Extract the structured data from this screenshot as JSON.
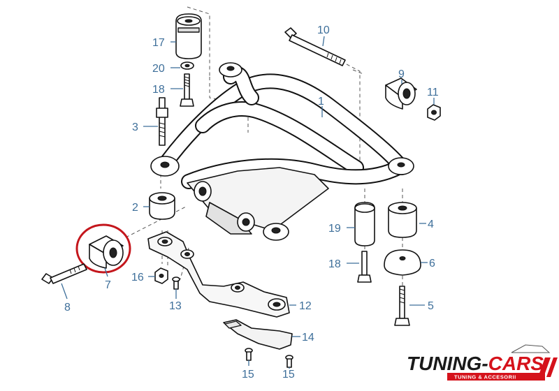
{
  "callouts": [
    {
      "id": "1",
      "label": "1"
    },
    {
      "id": "2",
      "label": "2"
    },
    {
      "id": "3",
      "label": "3"
    },
    {
      "id": "4",
      "label": "4"
    },
    {
      "id": "5",
      "label": "5"
    },
    {
      "id": "6",
      "label": "6"
    },
    {
      "id": "7",
      "label": "7"
    },
    {
      "id": "8",
      "label": "8"
    },
    {
      "id": "9",
      "label": "9"
    },
    {
      "id": "10",
      "label": "10"
    },
    {
      "id": "11",
      "label": "11"
    },
    {
      "id": "12",
      "label": "12"
    },
    {
      "id": "13",
      "label": "13"
    },
    {
      "id": "14",
      "label": "14"
    },
    {
      "id": "15a",
      "label": "15"
    },
    {
      "id": "15b",
      "label": "15"
    },
    {
      "id": "16",
      "label": "16"
    },
    {
      "id": "17",
      "label": "17"
    },
    {
      "id": "18a",
      "label": "18"
    },
    {
      "id": "18b",
      "label": "18"
    },
    {
      "id": "19",
      "label": "19"
    },
    {
      "id": "20",
      "label": "20"
    }
  ],
  "logo": {
    "brand_part1": "TUNING-",
    "brand_part2": "CARS",
    "tagline": "TUNING & ACCESORII"
  },
  "colors": {
    "callout": "#3e6f9a",
    "highlight_ring": "#c4161c",
    "logo_red": "#d5121b",
    "logo_dark": "#1a1a1a"
  }
}
